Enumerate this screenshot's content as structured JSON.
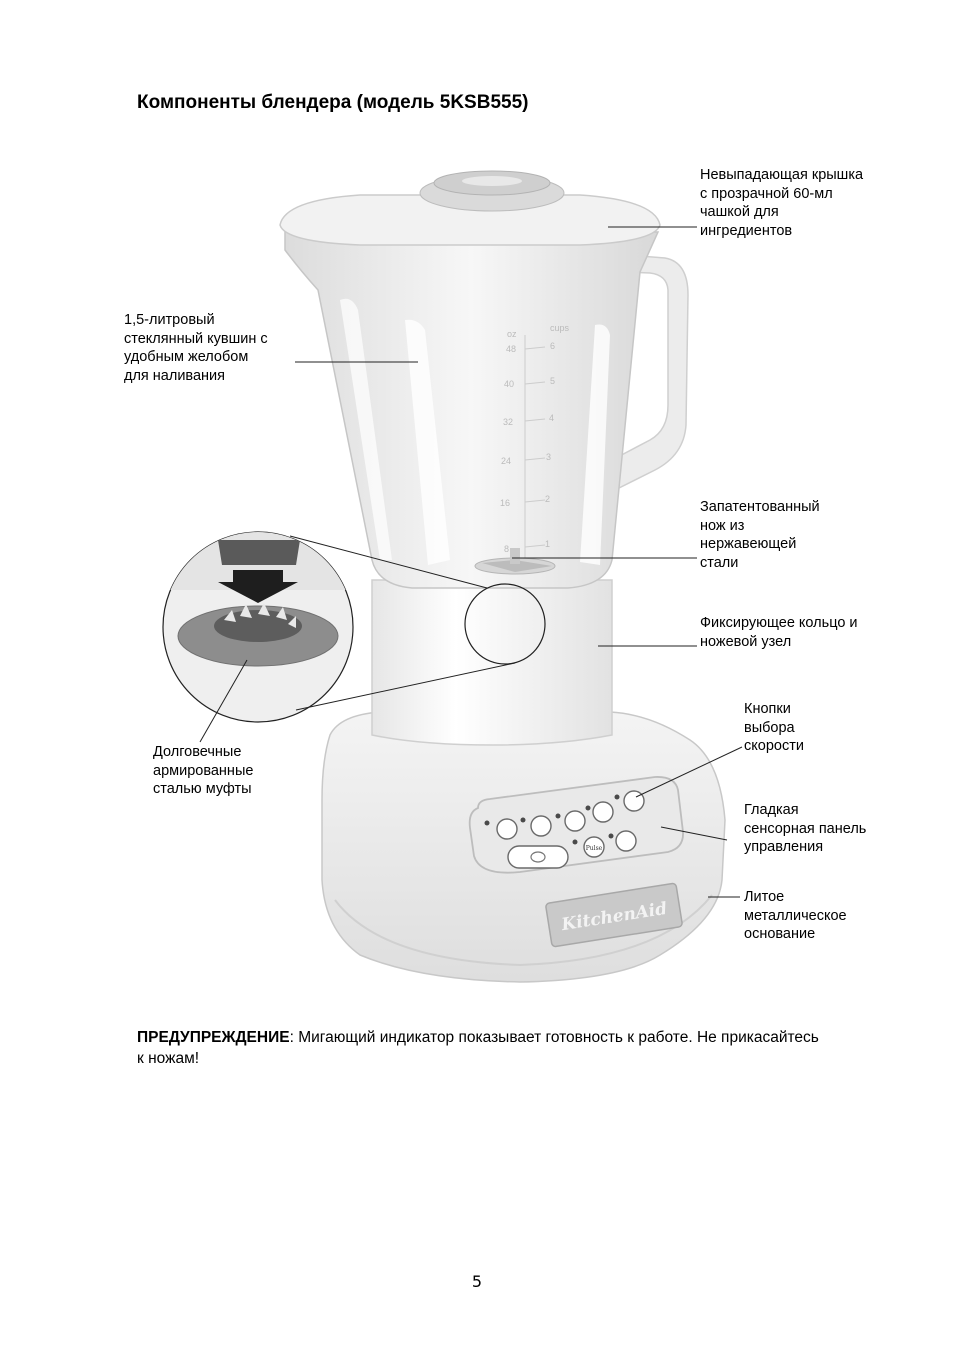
{
  "page": {
    "title": "Компоненты блендера (модель 5KSB555)",
    "page_number": "5"
  },
  "callouts": {
    "lid": "Невыпадающая крышка\nс прозрачной 60-мл\nчашкой для\nингредиентов",
    "jar": "1,5-литровый\nстеклянный кувшин с\nудобным желобом\nдля наливания",
    "blade": "Запатентованный\nнож из\nнержавеющей\nстали",
    "ring": "Фиксирующее кольцо и\nножевой узел",
    "speed_buttons": "Кнопки\nвыбора\nскорости",
    "panel": "Гладкая\nсенсорная панель\nуправления",
    "base": "Литое\nметаллическое\nоснование",
    "coupling": "Долговечные\nармированные\nсталью муфты"
  },
  "warning": {
    "label": "ПРЕДУПРЕЖДЕНИЕ",
    "text": ": Мигающий индикатор показывает готовность к работе. Не прикасайтесь к ножам!"
  },
  "jar_scale": {
    "oz": [
      "oz",
      "48",
      "40",
      "32",
      "24",
      "16",
      "8"
    ],
    "cups": [
      "cups",
      "6",
      "5",
      "4",
      "3",
      "2",
      "1"
    ]
  },
  "base_logo": "KitchenAid",
  "panel_buttons": [
    "Pulse"
  ]
}
